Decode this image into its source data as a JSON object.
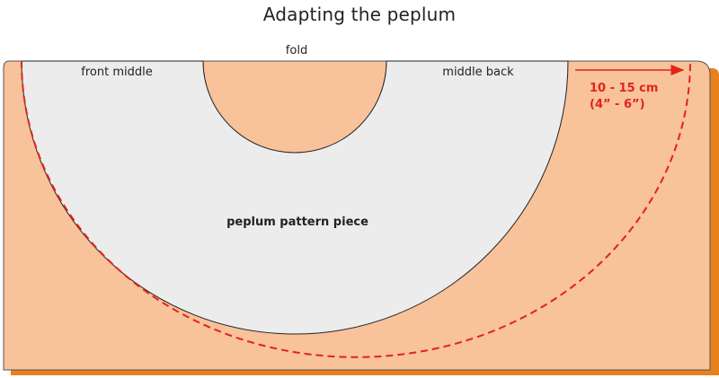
{
  "title": "Adapting the peplum",
  "labels": {
    "fold": "fold",
    "front_middle": "front middle",
    "middle_back": "middle back",
    "pattern_piece": "peplum pattern piece",
    "extension_metric": "10 - 15 cm",
    "extension_imperial": "(4” - 6”)"
  },
  "colors": {
    "fabric": "#f8c29a",
    "fabric_shadow": "#e8801e",
    "fabric_outline": "#555555",
    "pattern_piece": "#ececec",
    "cut_line": "#e2231a",
    "text": "#222222"
  }
}
